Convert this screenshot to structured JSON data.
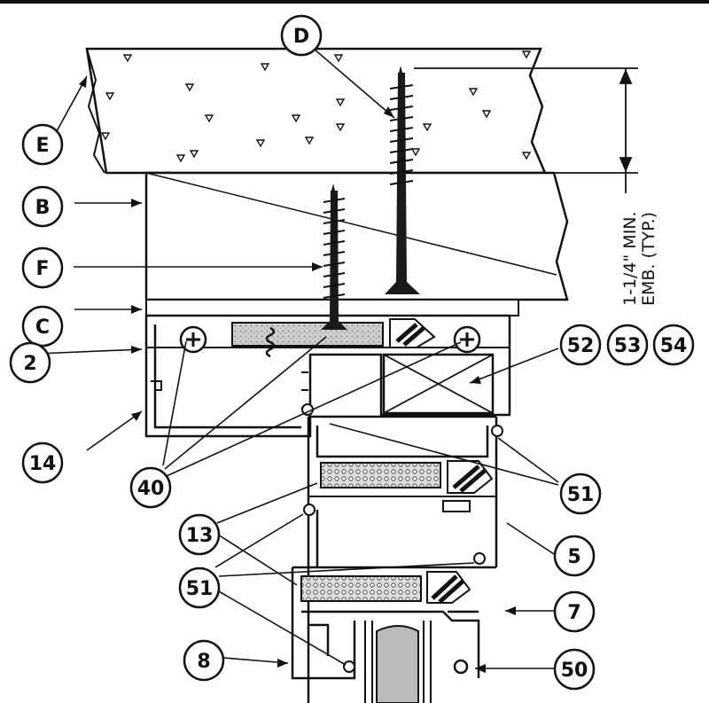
{
  "callouts": {
    "D": "D",
    "E": "E",
    "B": "B",
    "F": "F",
    "C": "C",
    "two": "2",
    "fourteen": "14",
    "forty": "40",
    "thirteen": "13",
    "fiftyone_right": "51",
    "fiftyone_left": "51",
    "eight": "8",
    "fiftytwo": "52",
    "fiftythree": "53",
    "fiftyfour": "54",
    "five": "5",
    "seven": "7",
    "fifty": "50"
  },
  "dimension": {
    "line1": "1-1/4\" MIN.",
    "line2": "EMB. (TYP.)"
  },
  "colors": {
    "ink": "#111111",
    "paper": "#ffffff"
  }
}
